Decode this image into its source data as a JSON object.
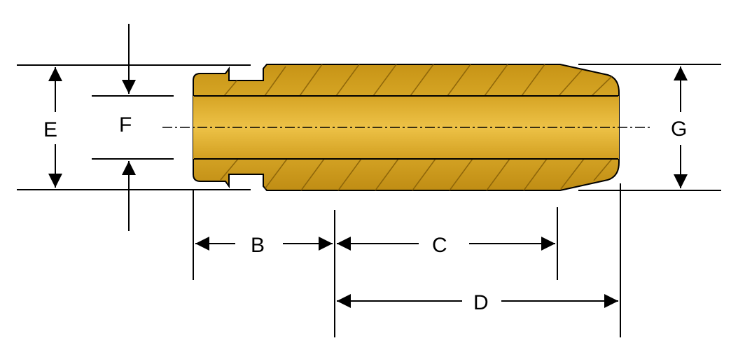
{
  "labels": {
    "b": "B",
    "c": "C",
    "d": "D",
    "e": "E",
    "f": "F",
    "g": "G"
  },
  "colors": {
    "brass_fill": "#D9A521",
    "brass_light": "#E6B732",
    "brass_dark": "#B2800F",
    "line": "#000000"
  }
}
